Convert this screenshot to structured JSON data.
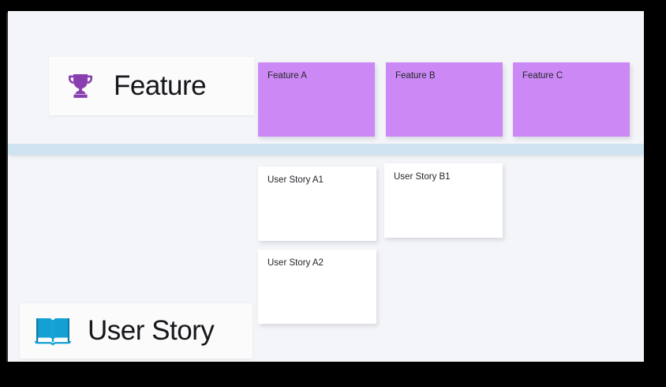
{
  "board": {
    "background_color": "#f4f5f8",
    "frame_color": "#000000",
    "divider_color": "#cfe3f0"
  },
  "lanes": [
    {
      "id": "feature",
      "title": "Feature",
      "icon": "trophy-icon",
      "icon_color": "#8a3fb0",
      "card_color": "#cc89f5",
      "cards": [
        {
          "label": "Feature A"
        },
        {
          "label": "Feature B"
        },
        {
          "label": "Feature C"
        }
      ]
    },
    {
      "id": "user-story",
      "title": "User Story",
      "icon": "open-book-icon",
      "icon_color": "#13a0d2",
      "card_color": "#ffffff",
      "cards": [
        {
          "label": "User Story A1"
        },
        {
          "label": "User Story B1"
        },
        {
          "label": "User Story A2"
        }
      ]
    }
  ]
}
